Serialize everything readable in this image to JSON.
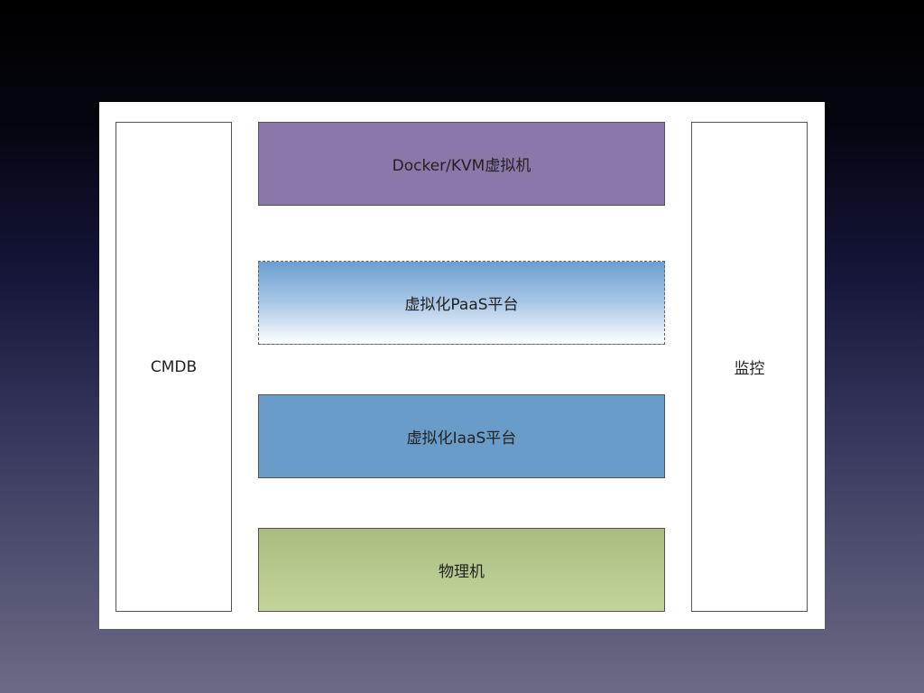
{
  "diagram": {
    "left_label": "CMDB",
    "right_label": "监控",
    "layers": {
      "docker": "Docker/KVM虚拟机",
      "paas": "虚拟化PaaS平台",
      "iaas": "虚拟化IaaS平台",
      "physical": "物理机"
    }
  },
  "colors": {
    "docker": "#8b78ab",
    "paas": "#6b9fd0",
    "iaas": "#6a9cc9",
    "physical": "#b5c98e"
  }
}
